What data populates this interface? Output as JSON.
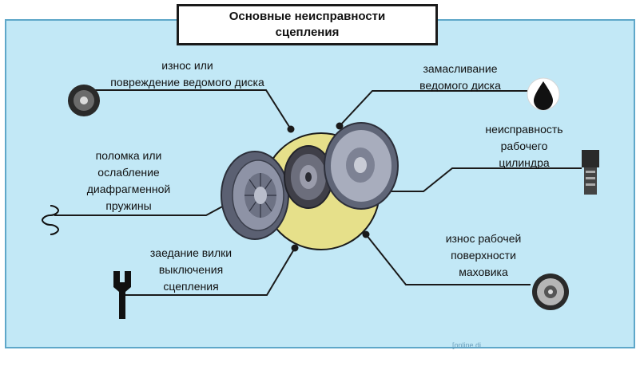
{
  "title": "Основные неисправности сцепления",
  "labels": {
    "disc_wear": "износ или\nповреждение  ведомого диска",
    "oiling": "замасливание\nведомого диска",
    "spring": "поломка или\nослабление\nдиафрагменной\nпружины",
    "cylinder": "неисправность\nрабочего\nцилиндра",
    "fork": "заедание вилки\nвыключения\nсцепления",
    "flywheel": "износ рабочей\nповерхности\nмаховика"
  },
  "watermark": "[online di",
  "icons": {
    "disc_wear": "clutch-disc-icon",
    "oiling": "oil-drop-icon",
    "spring": "coil-spring-icon",
    "cylinder": "slave-cylinder-icon",
    "fork": "release-fork-icon",
    "flywheel": "flywheel-icon"
  },
  "colors": {
    "panel": "#c2e8f6",
    "border": "#5ea7c9",
    "center_disc": "#e6e08a",
    "leader": "#1a1a1a"
  }
}
